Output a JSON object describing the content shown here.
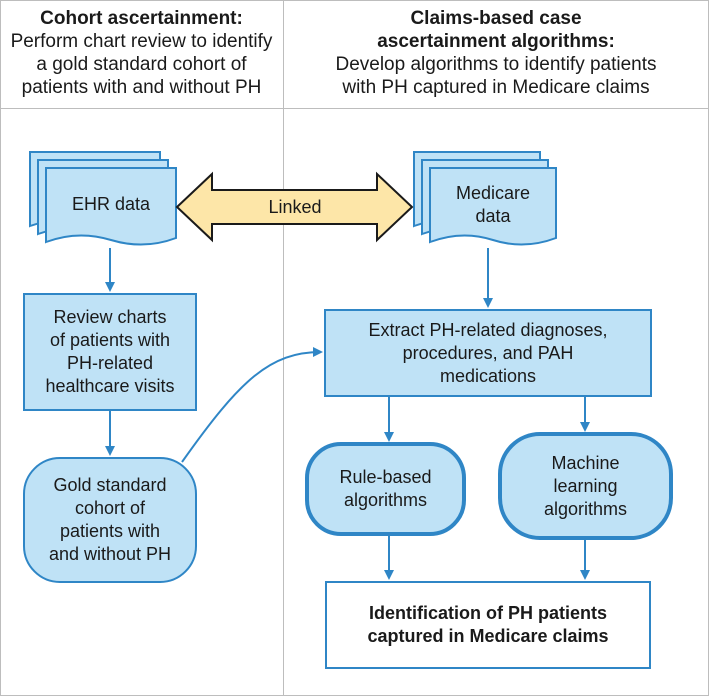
{
  "header": {
    "left_title": "Cohort ascertainment:",
    "left_lines": [
      "Perform chart review to identify",
      "a gold standard cohort of",
      "patients with and without PH"
    ],
    "right_title_lines": [
      "Claims-based case",
      "ascertainment algorithms:"
    ],
    "right_lines": [
      "Develop algorithms to identify patients",
      "with PH captured in Medicare claims"
    ]
  },
  "nodes": {
    "ehr": "EHR data",
    "linked": "Linked",
    "medicare": [
      "Medicare",
      "data"
    ],
    "review": [
      "Review charts",
      "of patients with",
      "PH-related",
      "healthcare visits"
    ],
    "extract": [
      "Extract PH-related diagnoses,",
      "procedures, and PAH",
      "medications"
    ],
    "gold": [
      "Gold standard",
      "cohort of",
      "patients with",
      "and without PH"
    ],
    "rule": [
      "Rule-based",
      "algorithms"
    ],
    "ml": [
      "Machine",
      "learning",
      "algorithms"
    ],
    "identification": [
      "Identification of PH patients",
      "captured in Medicare claims"
    ]
  },
  "colors": {
    "box_fill": "#bfe2f6",
    "box_stroke": "#2f86c6",
    "arrow": "#2f86c6",
    "linked_fill": "#fde6a8",
    "border": "#bdbdbd"
  }
}
